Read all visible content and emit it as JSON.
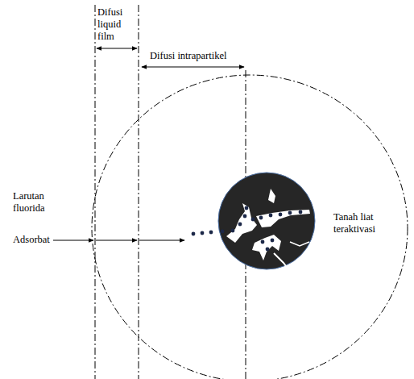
{
  "diagram": {
    "labels": [
      "Difusi liquid film",
      "Difusi intrapartikel",
      "Larutan fluorida",
      "Adsorbat",
      "Tanah liat teraktivasi"
    ]
  }
}
